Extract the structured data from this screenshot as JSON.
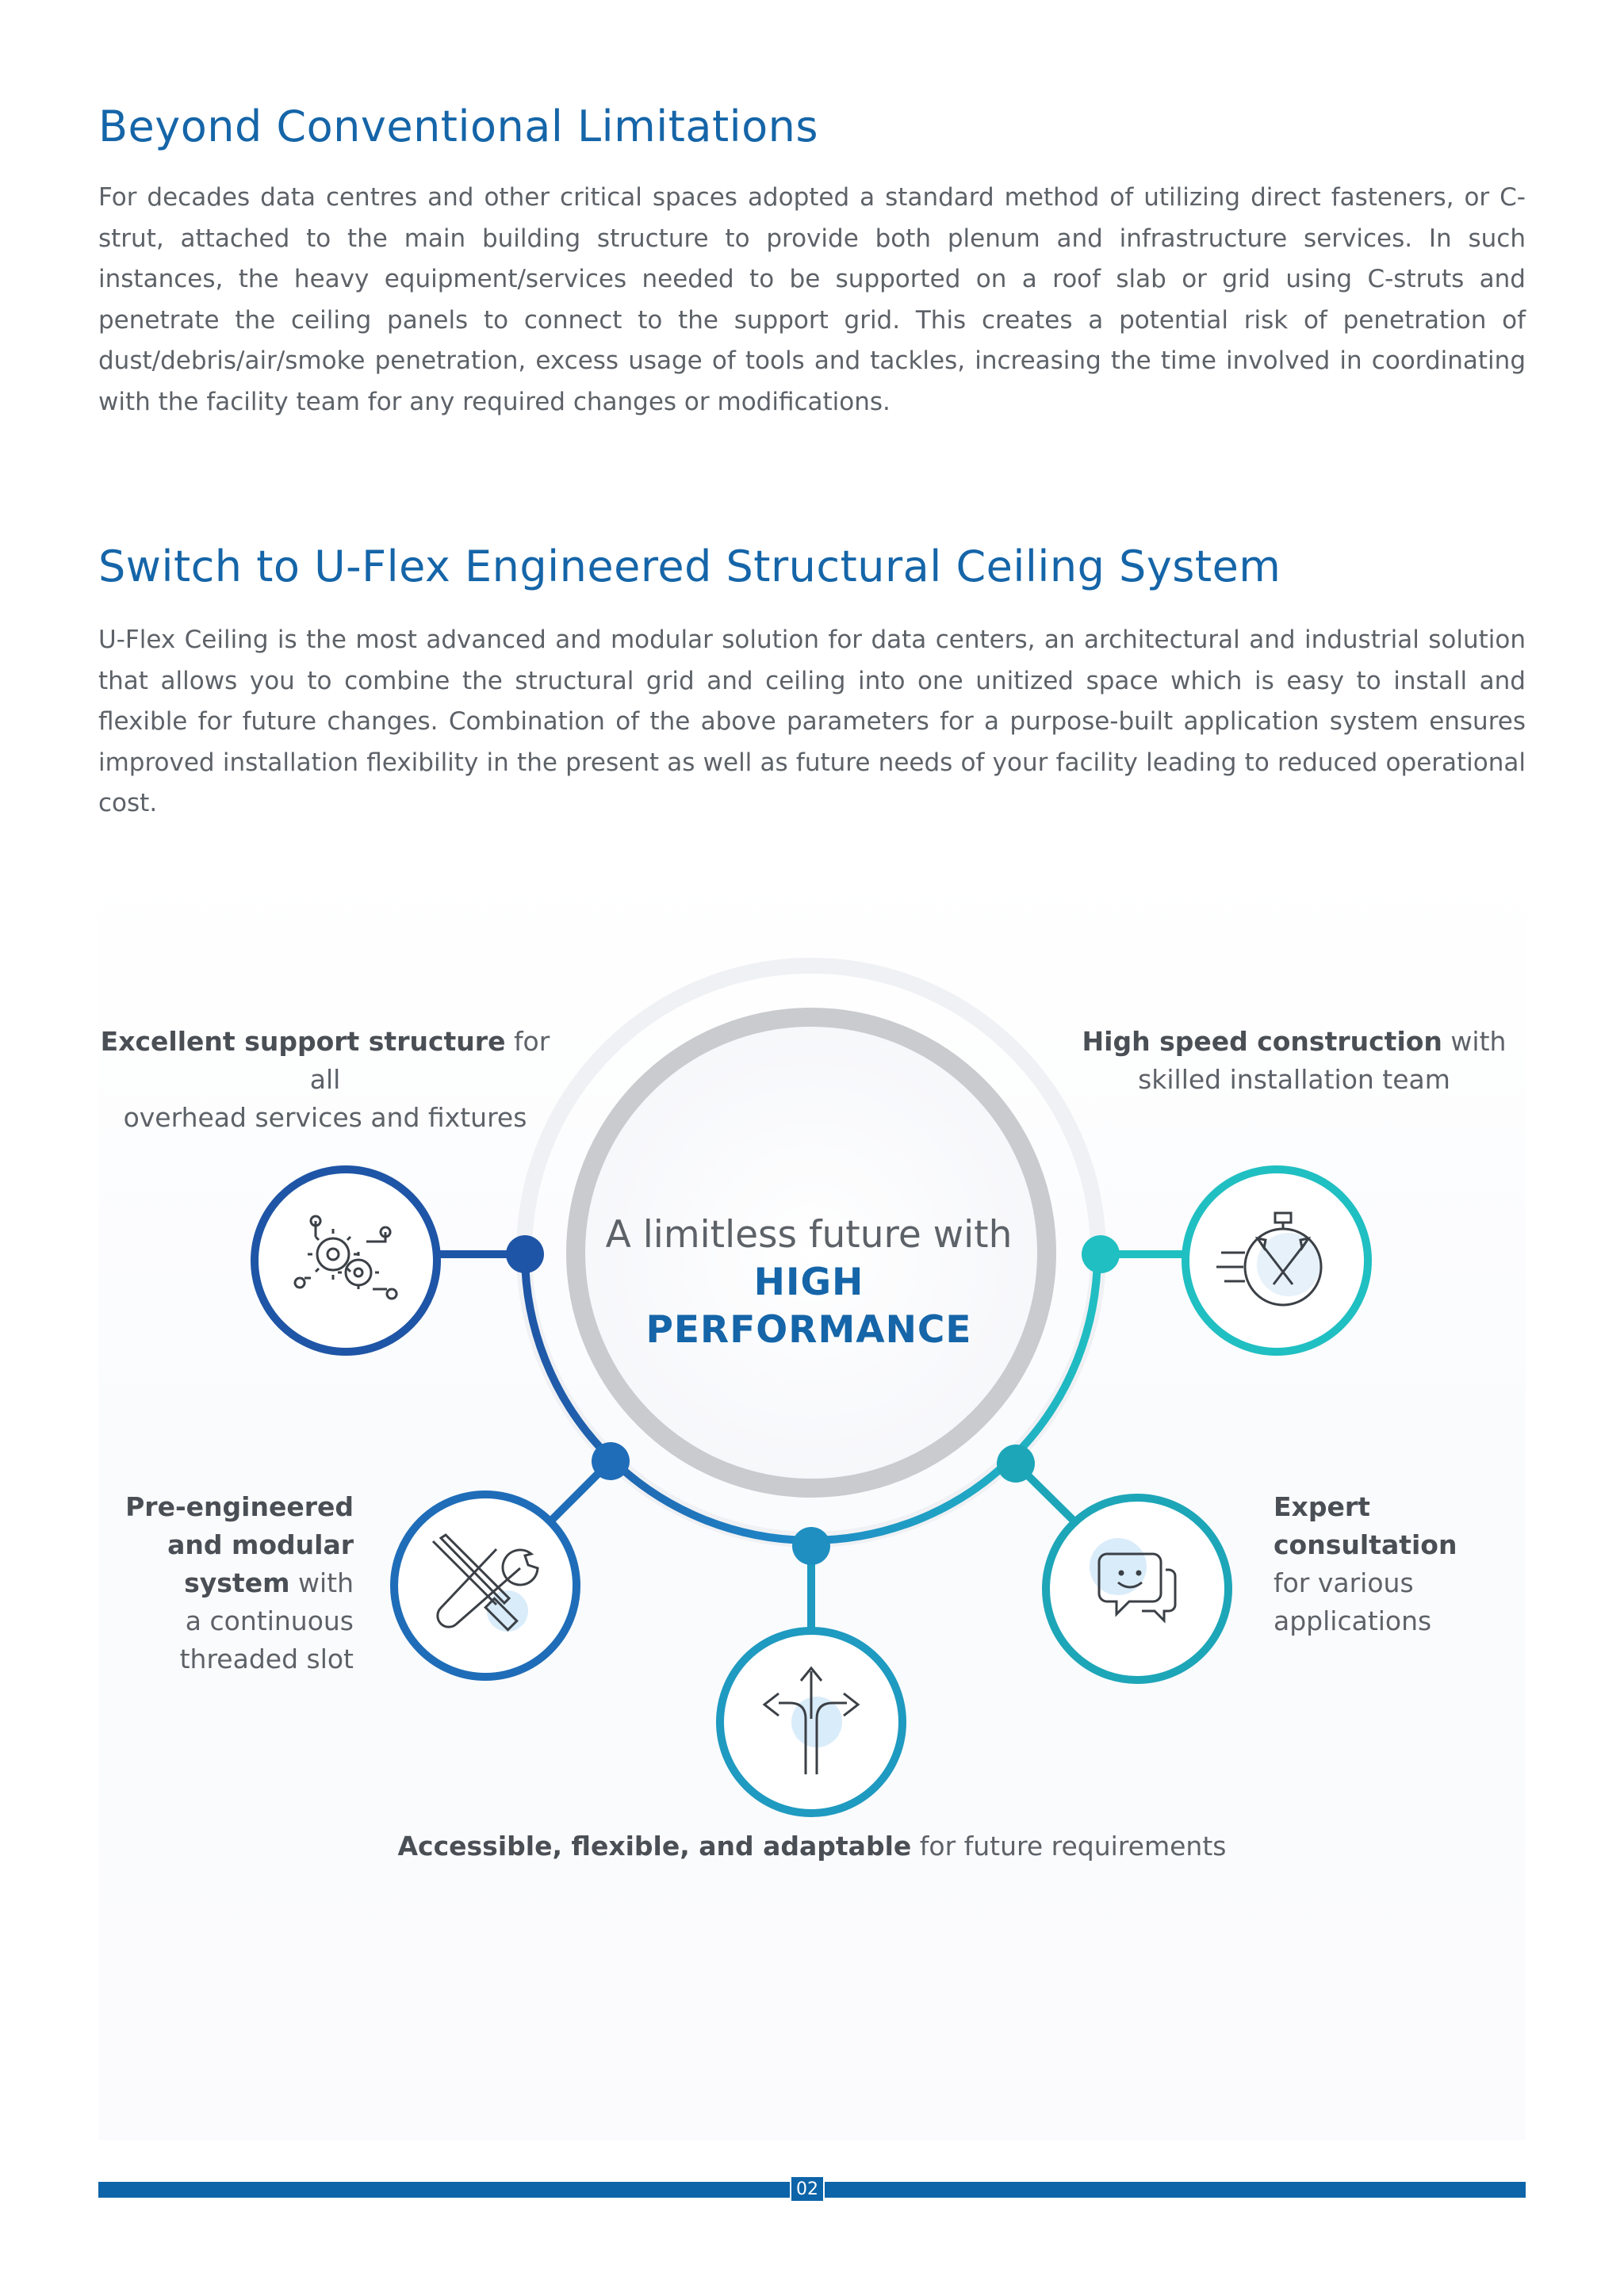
{
  "section1": {
    "title": "Beyond Conventional Limitations",
    "body": "For decades data centres and other critical spaces adopted a standard method of utilizing direct fasteners, or C-strut, attached to the main building structure to provide both plenum and infrastructure services. In such instances, the heavy equipment/services needed to be supported on a roof slab or grid using C-struts and penetrate the ceiling panels to connect to the support grid. This creates a potential risk of penetration of dust/debris/air/smoke penetration, excess usage of tools and tackles, increasing the time involved in coordinating with the facility team for any required changes or modifications."
  },
  "section2": {
    "title": "Switch to U-Flex Engineered Structural Ceiling System",
    "body": "U-Flex Ceiling is the most advanced and modular solution for data centers, an architectural and industrial solution that allows you to combine the structural grid and ceiling into one unitized space which is easy to install and flexible for future changes. Combination of the above parameters for a purpose-built application system ensures improved installation flexibility in the present as well as future needs of your facility leading to reduced operational cost."
  },
  "diagram": {
    "center_line1": "A limitless future with",
    "center_line2": "HIGH PERFORMANCE",
    "features": {
      "support": {
        "bold": "Excellent support structure",
        "rest_1": " for all",
        "rest_2": "overhead services and fixtures",
        "icon": "gears-icon"
      },
      "speed": {
        "bold": "High speed construction",
        "rest_1": " with",
        "rest_2": "skilled installation team",
        "icon": "stopwatch-tools-icon"
      },
      "modular": {
        "bold_1": "Pre-engineered",
        "bold_2": "and modular",
        "bold_3": "system",
        "rest_1": " with",
        "rest_2": "a continuous",
        "rest_3": "threaded slot",
        "icon": "wrench-screwdriver-icon"
      },
      "expert": {
        "bold_1": "Expert",
        "bold_2": "consultation",
        "rest_1": "for various",
        "rest_2": "applications",
        "icon": "chat-bubbles-icon"
      },
      "access": {
        "bold": "Accessible, flexible, and adaptable",
        "rest": " for future requirements",
        "icon": "split-arrows-icon"
      }
    },
    "colors": {
      "blue_dark": "#1f5aa8",
      "blue_mid": "#1f7cc0",
      "teal": "#1fb3bd",
      "gray_ring": "#c9cbce"
    }
  },
  "footer": {
    "page_number": "02"
  }
}
